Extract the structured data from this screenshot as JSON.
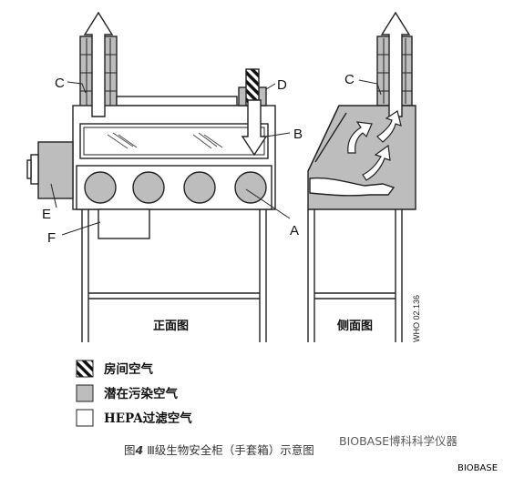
{
  "labels": {
    "a": "A",
    "b": "B",
    "c_front": "C",
    "c_side": "C",
    "d": "D",
    "e": "E",
    "f": "F"
  },
  "captions": {
    "front": "正面图",
    "side": "侧面图"
  },
  "code": "WHO 02.136",
  "legend": [
    {
      "swatch": "hatched",
      "label": "房间空气"
    },
    {
      "swatch": "#bdbdbd",
      "label": "潜在污染空气"
    },
    {
      "swatch": "#ffffff",
      "label": "HEPA过滤空气"
    }
  ],
  "title": {
    "prefix": "图",
    "number": "4",
    "text": " Ⅲ级生物安全柜（手套箱）示意图"
  },
  "watermark": "BIOBASE博科科学仪器",
  "brand": "BIOBASE",
  "colors": {
    "contaminated": "#bdbdbd",
    "filtered": "#ffffff",
    "line": "#222222"
  }
}
